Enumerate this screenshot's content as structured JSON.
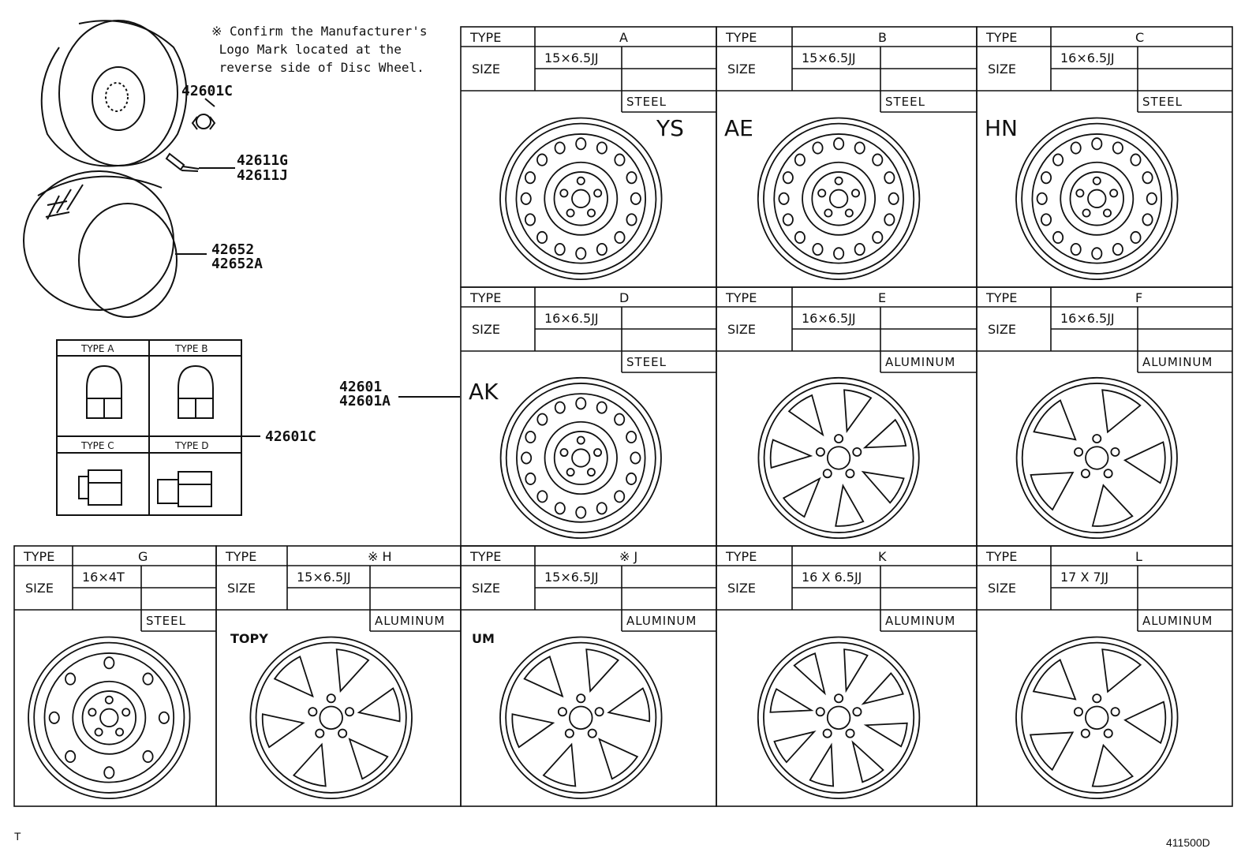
{
  "note": "※ Confirm the Manufacturer's\n Logo Mark located at the\n reverse side of Disc Wheel.",
  "part_numbers": {
    "cap_nut": "42601C",
    "valve_1": "42611G",
    "valve_2": "42611J",
    "tire_1": "42652",
    "tire_2": "42652A",
    "wheel_1": "42601",
    "wheel_2": "42601A",
    "hub_nut": "42601C"
  },
  "nut_types": [
    "TYPE A",
    "TYPE B",
    "TYPE C",
    "TYPE D"
  ],
  "labels": {
    "type": "TYPE",
    "size": "SIZE"
  },
  "panels": [
    {
      "type": "A",
      "size": "15×6.5JJ",
      "material": "STEEL",
      "code": "YS"
    },
    {
      "type": "B",
      "size": "15×6.5JJ",
      "material": "STEEL",
      "code": "AE"
    },
    {
      "type": "C",
      "size": "16×6.5JJ",
      "material": "STEEL",
      "code": "HN"
    },
    {
      "type": "D",
      "size": "16×6.5JJ",
      "material": "STEEL",
      "code": "AK"
    },
    {
      "type": "E",
      "size": "16×6.5JJ",
      "material": "ALUMINUM",
      "code": ""
    },
    {
      "type": "F",
      "size": "16×6.5JJ",
      "material": "ALUMINUM",
      "code": ""
    },
    {
      "type": "G",
      "size": "16×4T",
      "material": "STEEL",
      "code": ""
    },
    {
      "type": "※ H",
      "size": "15×6.5JJ",
      "material": "ALUMINUM",
      "code": ""
    },
    {
      "type": "※ J",
      "size": "15×6.5JJ",
      "material": "ALUMINUM",
      "code": ""
    },
    {
      "type": "K",
      "size": "16 X 6.5JJ",
      "material": "ALUMINUM",
      "code": ""
    },
    {
      "type": "L",
      "size": "17 X 7JJ",
      "material": "ALUMINUM",
      "code": ""
    }
  ],
  "logo_mark_h": "TOPY",
  "logo_mark_j": "UM",
  "footer_left": "T",
  "footer_right": "411500D"
}
